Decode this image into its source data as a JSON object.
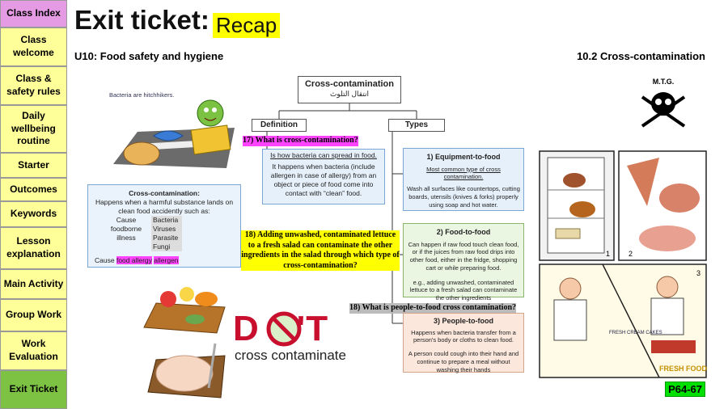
{
  "sidebar": {
    "items": [
      {
        "label": "Class Index"
      },
      {
        "label": "Class welcome"
      },
      {
        "label": "Class & safety rules"
      },
      {
        "label": "Daily wellbeing routine"
      },
      {
        "label": "Starter"
      },
      {
        "label": "Outcomes"
      },
      {
        "label": "Keywords"
      },
      {
        "label": "Lesson explanation"
      },
      {
        "label": "Main Activity"
      },
      {
        "label": "Group Work"
      },
      {
        "label": "Work Evaluation"
      },
      {
        "label": "Exit Ticket"
      }
    ]
  },
  "header": {
    "title": "Exit ticket:",
    "recap": "Recap",
    "unit": "U10: Food safety and hygiene",
    "subunit": "10.2 Cross-contamination"
  },
  "illustration": {
    "bacteria_caption": "Bacteria are hitchhikers.",
    "mtg_logo": "M.T.G."
  },
  "definition_card": {
    "title": "Cross-contamination:",
    "text": "Happens when a harmful substance lands on clean food accidently such as:",
    "left_words": [
      "Cause",
      "foodborne",
      "illness"
    ],
    "right_words": [
      "Bacteria",
      "Viruses",
      "Parasite",
      "Fungi"
    ],
    "cause_prefix": "Cause",
    "cause_allergy": "food allergy",
    "cause_allergen": "allergen"
  },
  "mindmap": {
    "root_title": "Cross-contamination",
    "root_arabic": "انتقال التلوث",
    "definition_label": "Definition",
    "types_label": "Types",
    "definition_text1": "Is how bacteria can spread in food.",
    "definition_text2": "It happens when bacteria (include allergen in case of allergy) from an object or piece of food come into contact with “clean” food.",
    "equip_title": "1) Equipment-to-food",
    "equip_sub": "Most common type of cross contamination.",
    "equip_text": "Wash all surfaces like countertops, cutting boards, utensils (knives & forks) properly using soap and hot water.",
    "food_title": "2) Food-to-food",
    "food_text": "Can happen if raw food touch clean food, or if the juices from raw food drips into other food, either in the fridge, shopping cart or while preparing food.",
    "food_example": "e.g., adding unwashed, contaminated lettuce to a fresh salad can contaminate the other ingredients",
    "people_title": "3) People-to-food",
    "people_text": "Happens when bacteria transfer from a person's body or cloths to clean food.",
    "people_example": "A person could cough into their hand and continue to prepare a meal without washing their hands"
  },
  "questions": {
    "q17": "17) What is cross-contamination?",
    "q18a": "18) Adding unwashed, contaminated lettuce to a fresh salad can contaminate the other ingredients in the salad through which type of cross-contamination?",
    "q18b": "18) What is people-to-food cross contamination?"
  },
  "logo": {
    "dont": "D  N'T",
    "sub": "cross contaminate"
  },
  "comic": {
    "fridge_num": "1",
    "meat_num": "2",
    "chef_num": "3",
    "cream_label": "FRESH CREAM CAKES",
    "fresh_label": "FRESH FOOD"
  },
  "footer": {
    "page_ref": "P64-67"
  },
  "colors": {
    "nav_yellow": "#ffff99",
    "nav_pink": "#e49be4",
    "nav_green": "#7dc243",
    "highlight_pink": "#ff44ff",
    "highlight_yellow": "#ffff00",
    "logo_red": "#c8102e"
  }
}
